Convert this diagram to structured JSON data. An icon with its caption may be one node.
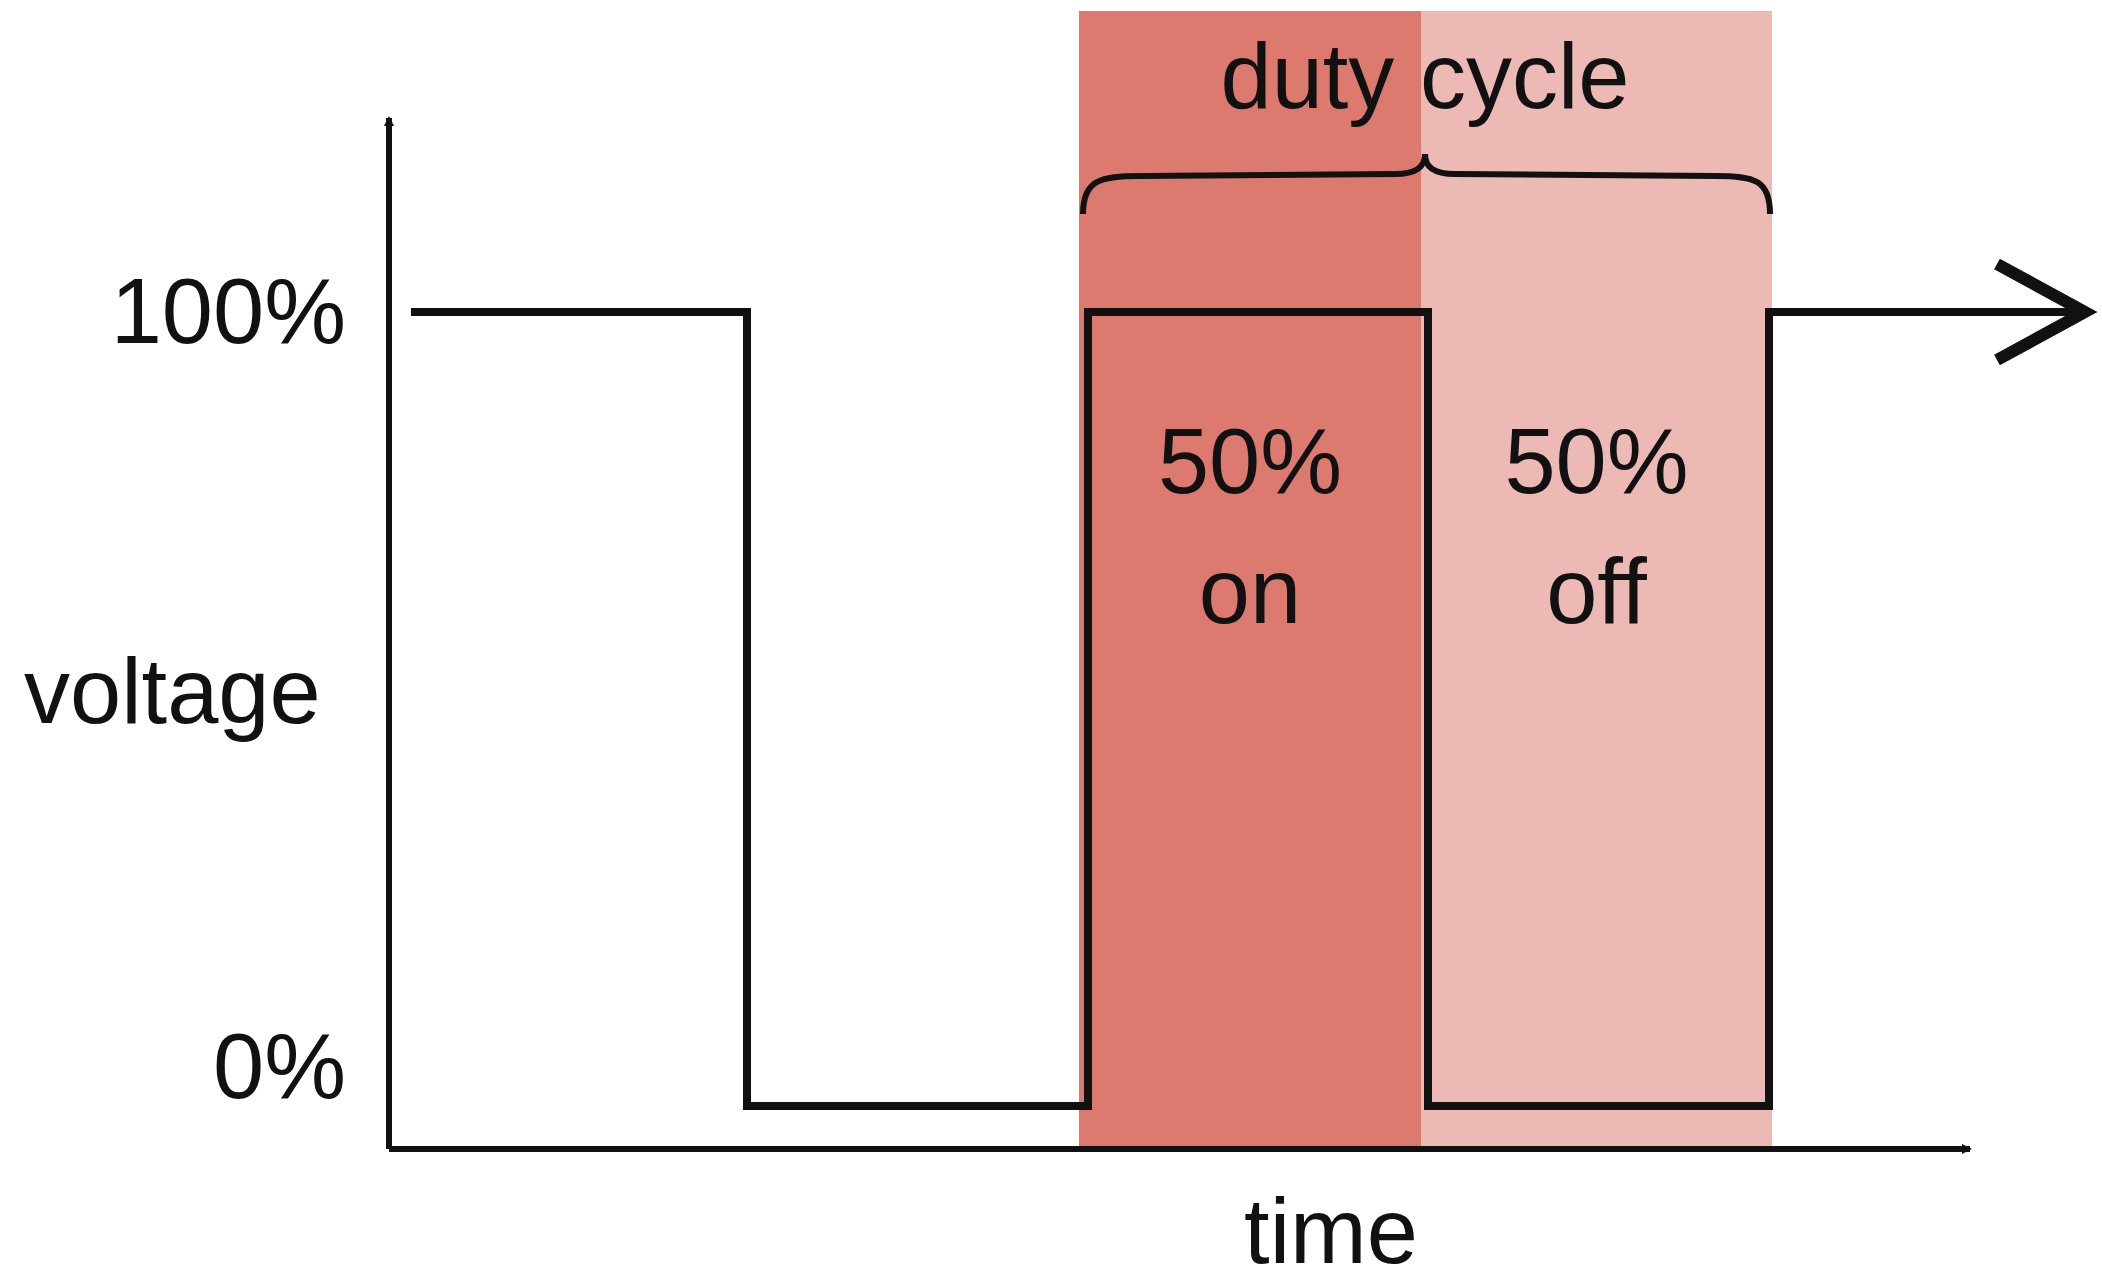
{
  "diagram": {
    "nodes": [
      {
        "text": [
          "50% on"
        ]
      },
      {
        "text": [
          "50% off"
        ]
      }
    ],
    "edges": [],
    "labels": [
      "duty cycle",
      "100%",
      "voltage",
      "0%",
      "time"
    ]
  }
}
